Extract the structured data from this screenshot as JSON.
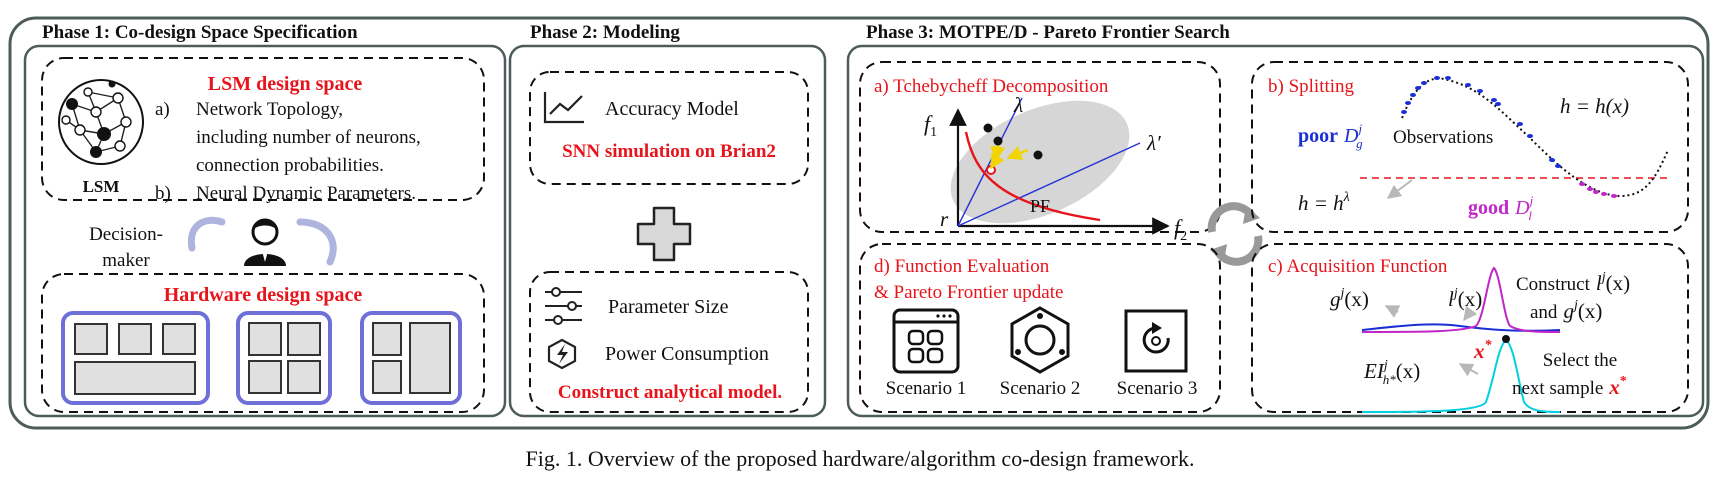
{
  "phase1": {
    "title": "Phase 1: Co-design Space Specification",
    "lsm_space": {
      "title": "LSM design space",
      "icon_label": "LSM",
      "item_a_marker": "a)",
      "item_a_lines": [
        "Network Topology,",
        "including number of neurons,",
        "connection probabilities."
      ],
      "item_b_marker": "b)",
      "item_b_text": "Neural Dynamic Parameters."
    },
    "decision_maker_lines": [
      "Decision-",
      "maker"
    ],
    "hw_space": {
      "title": "Hardware design space"
    }
  },
  "phase2": {
    "title": "Phase 2: Modeling",
    "accuracy_model": "Accuracy Model",
    "snn_sim": "SNN simulation on Brian2",
    "parameter_size": "Parameter Size",
    "power_consumption": "Power Consumption",
    "analytical_model": "Construct analytical model."
  },
  "phase3": {
    "title": "Phase 3: MOTPE/D - Pareto Frontier Search",
    "panel_a": {
      "title": "a) Tchebycheff  Decomposition",
      "f1": "f",
      "f1_sub": "1",
      "f2": "f",
      "f2_sub": "2",
      "r": "r",
      "lambda": "λ",
      "lambda_prime": "λ′",
      "pf": "PF"
    },
    "panel_b": {
      "title": "b) Splitting",
      "h_eq": "h = h(x)",
      "poor": "poor",
      "poor_math": "D",
      "poor_sub": "g",
      "poor_sup": "j",
      "observations": "Observations",
      "h_lambda": "h = h",
      "h_lambda_sup": "λ",
      "good": "good",
      "good_math": "D",
      "good_sub": "l",
      "good_sup": "j"
    },
    "panel_c": {
      "title": "c) Acquisition Function",
      "g_label": "g",
      "g_sup": "j",
      "g_arg": "(x)",
      "l_label": "l",
      "l_sup": "j",
      "l_arg": "(x)",
      "construct_lines": [
        "Construct",
        "and"
      ],
      "construct_l": "l",
      "construct_l_sup": "j",
      "construct_l_arg": "(x)",
      "construct_g": "g",
      "construct_g_sup": "j",
      "construct_g_arg": "(x)",
      "x_star": "x",
      "x_star_sup": "*",
      "ei": "EI",
      "ei_sup": "j",
      "ei_sub": "h*",
      "ei_arg": "(x)",
      "select_lines": [
        "Select the",
        "next sample"
      ],
      "select_x": "x",
      "select_x_sup": "*"
    },
    "panel_d": {
      "title_lines": [
        "d) Function Evaluation",
        "& Pareto Frontier update"
      ],
      "scenarios": [
        "Scenario 1",
        "Scenario 2",
        "Scenario 3"
      ]
    }
  },
  "caption": "Fig. 1.  Overview of the proposed hardware/algorithm co-design framework.",
  "colors": {
    "red": "#e8141b",
    "blue": "#1a2fd6",
    "magenta": "#c026c8",
    "cyan": "#00d0e0",
    "frame": "#4d5b5b",
    "hw_block": "#6f6fd8"
  }
}
